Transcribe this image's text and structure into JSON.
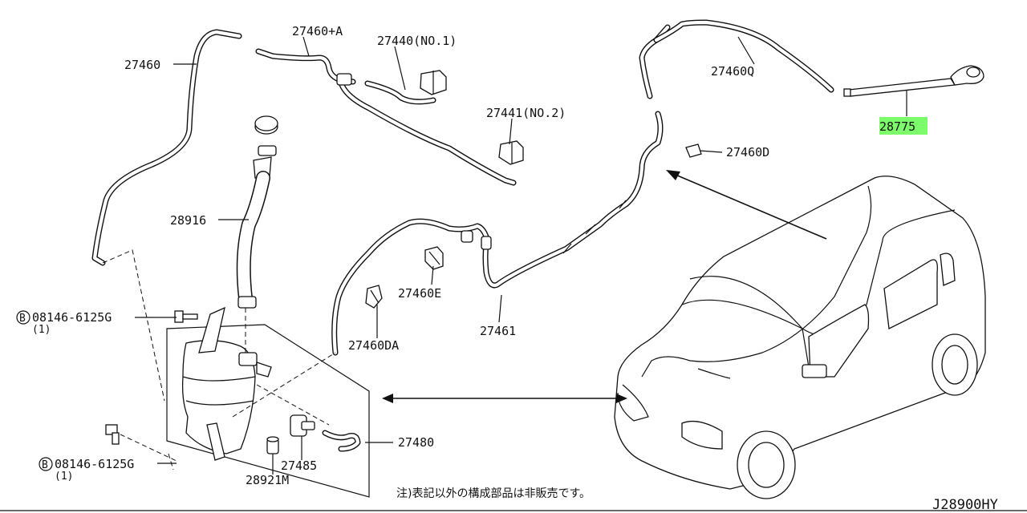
{
  "parts": {
    "p27460": "27460",
    "p27460A": "27460+A",
    "p27440": "27440(NO.1)",
    "p27441": "27441(NO.2)",
    "p27460Q": "27460Q",
    "p28775": "28775",
    "p27460D": "27460D",
    "p28916": "28916",
    "p27460E": "27460E",
    "p27461": "27461",
    "p27460DA": "27460DA",
    "p27480": "27480",
    "p27485": "27485",
    "p28921M": "28921M"
  },
  "bolts": {
    "upper_code": "08146-6125G",
    "upper_qty": "(1)",
    "lower_code": "08146-6125G",
    "lower_qty": "(1)",
    "prefix": "B"
  },
  "footer": {
    "note": "注)表記以外の構成部品は非販売です。",
    "diagram_code": "J28900HY"
  },
  "highlight_color": "#7CFC6A"
}
